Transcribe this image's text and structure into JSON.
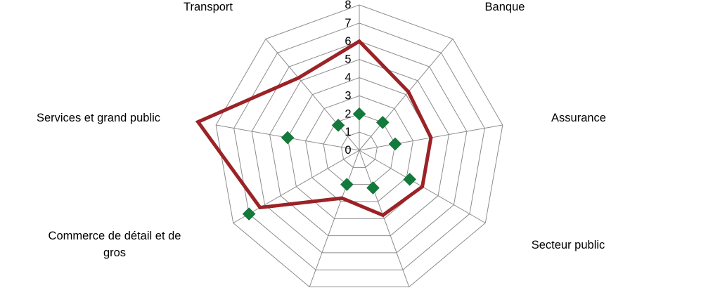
{
  "chart_data": {
    "type": "radar",
    "title": "",
    "categories": [
      "",
      "Banque",
      "Assurance",
      "Secteur public",
      "",
      "",
      "Commerce de détail et de gros",
      "Services et grand public",
      "Transport"
    ],
    "r_ticks": [
      "0",
      "1",
      "2",
      "3",
      "4",
      "5",
      "6",
      "7",
      "8"
    ],
    "rlim": [
      0,
      8
    ],
    "grid": true,
    "legend": "none",
    "series": [
      {
        "values": [
          6,
          4.2,
          4.0,
          4.0,
          3.8,
          2.8,
          6.3,
          9.0,
          5.2
        ],
        "color": "#9b2226",
        "style": "line"
      },
      {
        "values": [
          2.0,
          2.0,
          2.0,
          3.2,
          2.2,
          2.0,
          7.0,
          4.0,
          1.8
        ],
        "color": "#127a3a",
        "style": "diamond-markers"
      }
    ]
  }
}
